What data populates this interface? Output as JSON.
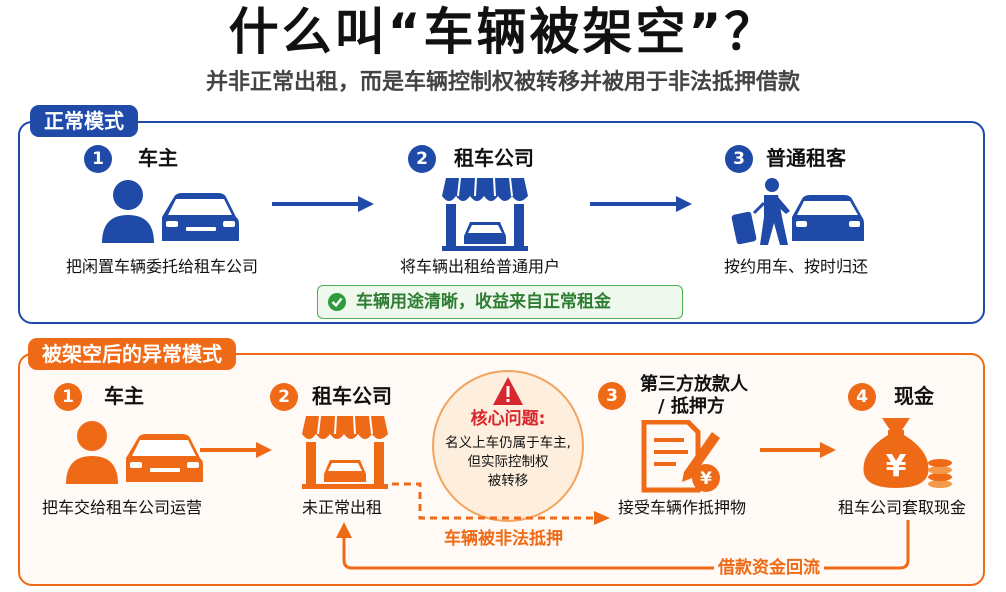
{
  "header": {
    "title": "什么叫“车辆被架空”？",
    "subtitle": "并非正常出租，而是车辆控制权被转移并被用于非法抵押借款"
  },
  "normal": {
    "tab_label": "正常模式",
    "steps": [
      {
        "num": "1",
        "label": "车主",
        "caption": "把闲置车辆委托给租车公司",
        "icon": "owner-car-icon"
      },
      {
        "num": "2",
        "label": "租车公司",
        "caption": "将车辆出租给普通用户",
        "icon": "rental-shop-icon"
      },
      {
        "num": "3",
        "label": "普通租客",
        "caption": "按约用车、按时归还",
        "icon": "traveler-car-icon"
      }
    ],
    "note": "车辆用途清晰，收益来自正常租金",
    "colors": {
      "accent": "#1f4aa8",
      "note_green": "#2e7d32"
    }
  },
  "abnormal": {
    "tab_label": "被架空后的异常模式",
    "steps": [
      {
        "num": "1",
        "label": "车主",
        "caption": "把车交给租车公司运营",
        "icon": "owner-car-icon"
      },
      {
        "num": "2",
        "label": "租车公司",
        "caption": "未正常出租",
        "icon": "rental-shop-icon"
      },
      {
        "num": "3",
        "label_line1": "第三方放款人",
        "label_line2": "/ 抵押方",
        "caption": "接受车辆作抵押物",
        "icon": "contract-pen-icon"
      },
      {
        "num": "4",
        "label": "现金",
        "caption": "租车公司套取现金",
        "icon": "money-bag-icon"
      }
    ],
    "core": {
      "title": "核心问题:",
      "body_line1": "名义上车仍属于车主,",
      "body_line2": "但实际控制权",
      "body_line3": "被转移"
    },
    "illegal_pledge_label": "车辆被非法抵押",
    "cash_return_label": "借款资金回流",
    "colors": {
      "accent": "#ef6a16",
      "warning_red": "#d7262d"
    }
  }
}
